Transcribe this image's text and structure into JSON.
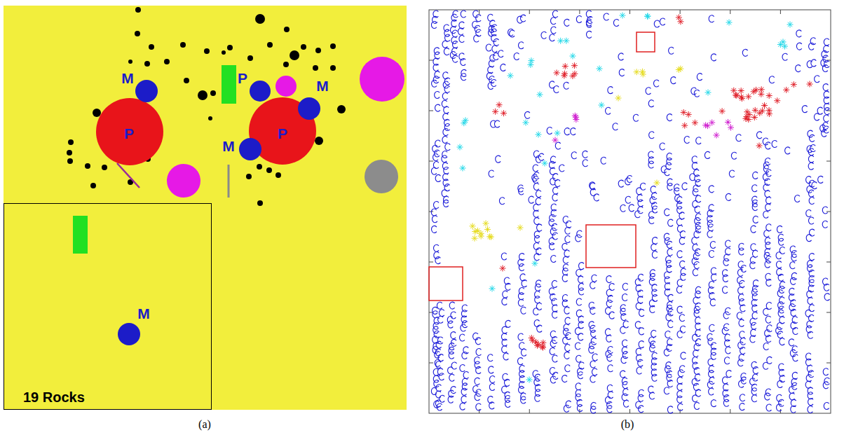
{
  "diagram": {
    "nodes": [
      {
        "text": [
          "P"
        ]
      },
      {
        "text": [
          "P"
        ]
      },
      {
        "text": [
          "M"
        ]
      },
      {
        "text": [
          "M"
        ]
      },
      {
        "text": [
          "M"
        ]
      },
      {
        "text": [
          "19 Rocks"
        ]
      },
      {
        "text": [
          "M"
        ],
        "in": 5
      }
    ],
    "labels": [
      "P",
      "(a)",
      "(b)"
    ]
  }
}
